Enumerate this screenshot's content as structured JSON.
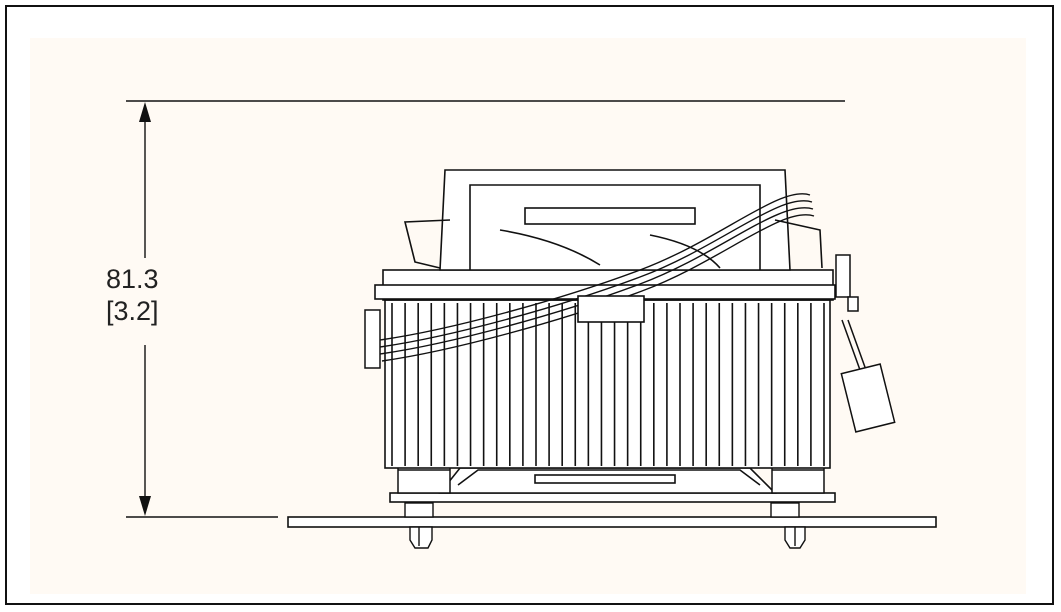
{
  "dimension": {
    "value_mm": "81.3",
    "value_in": "[3.2]"
  },
  "colors": {
    "line": "#111111",
    "fill": "#ffffff",
    "background_tint": "#fffaf4"
  },
  "illustration": {
    "subject": "cpu-cooler-side-view",
    "fin_count": 34
  }
}
